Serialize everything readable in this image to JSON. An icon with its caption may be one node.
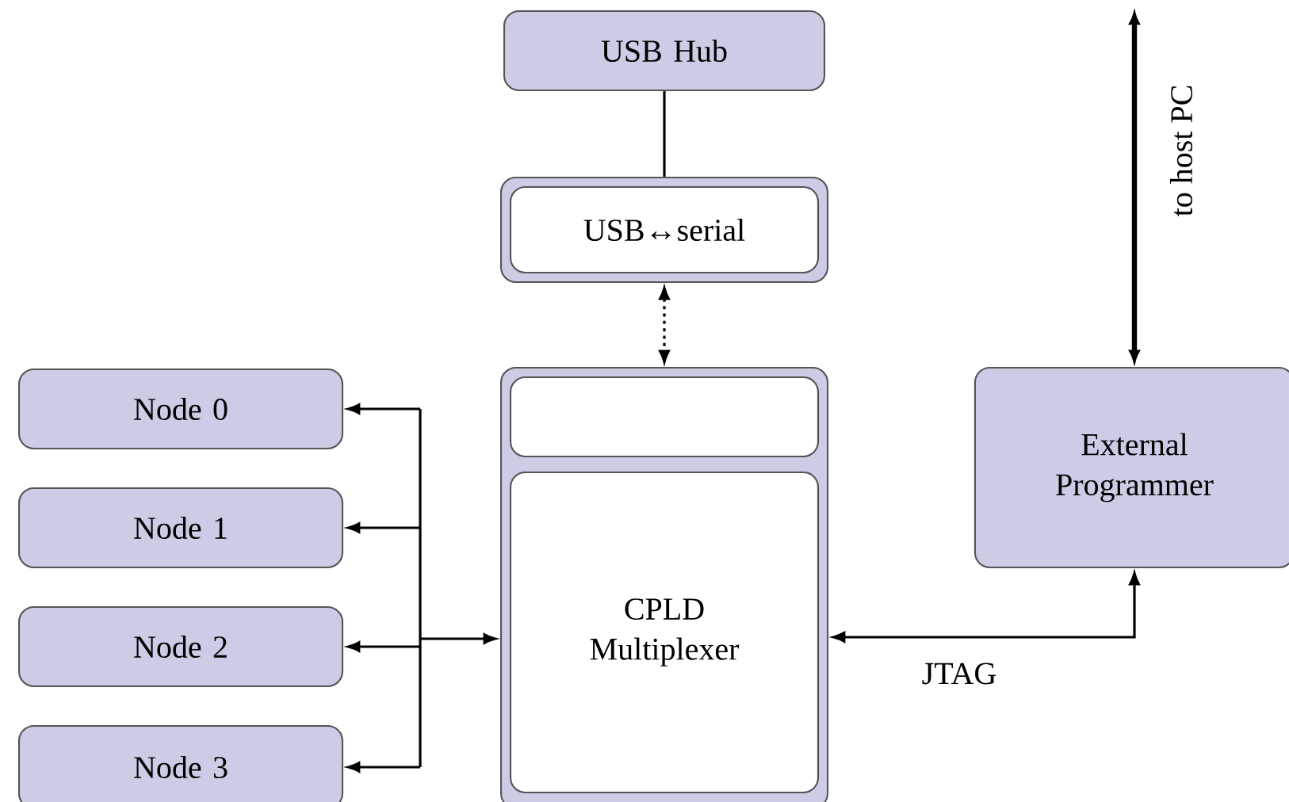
{
  "diagram": {
    "nodes": [
      {
        "text": [
          "USB Hub"
        ]
      },
      {
        "text": [],
        "shape": "box"
      },
      {
        "text": [
          "USB↔serial"
        ],
        "in": 1
      },
      {
        "text": [],
        "shape": "box"
      },
      {
        "text": [],
        "shape": "box",
        "in": 3
      },
      {
        "text": [
          "CPLD Multiplexer"
        ],
        "in": 3
      },
      {
        "text": [
          "External Programmer"
        ]
      },
      {
        "text": [
          "Node 0"
        ]
      },
      {
        "text": [
          "Node 1"
        ]
      },
      {
        "text": [
          "Node 2"
        ]
      },
      {
        "text": [
          "Node 3"
        ]
      }
    ],
    "edges": [
      {
        "from": 0,
        "to": 1,
        "arrow": "none"
      },
      {
        "from": 1,
        "to": 3,
        "arrow": "both",
        "style": "dashed"
      },
      {
        "from": 3,
        "to": 7,
        "arrow": "both"
      },
      {
        "from": 3,
        "to": 8,
        "arrow": "both"
      },
      {
        "from": 3,
        "to": 9,
        "arrow": "both"
      },
      {
        "from": 3,
        "to": 10,
        "arrow": "both"
      },
      {
        "from": 6,
        "to": 3,
        "arrow": "both",
        "label": "JTAG"
      },
      {
        "from": null,
        "to": 6,
        "arrow": "both",
        "label": "to host PC",
        "style": "thick"
      }
    ]
  }
}
